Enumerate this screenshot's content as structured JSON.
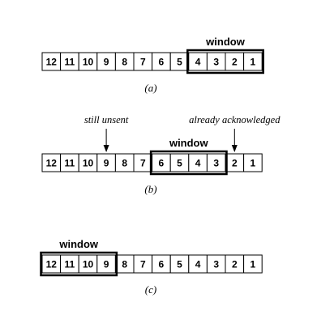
{
  "cells": [
    "12",
    "11",
    "10",
    "9",
    "8",
    "7",
    "6",
    "5",
    "4",
    "3",
    "2",
    "1"
  ],
  "window_label": "window",
  "rows": [
    {
      "caption": "(a)",
      "window_cells": [
        "4",
        "3",
        "2",
        "1"
      ]
    },
    {
      "caption": "(b)",
      "window_cells": [
        "6",
        "5",
        "4",
        "3"
      ],
      "annotations": [
        {
          "text": "still unsent",
          "points_to": "9"
        },
        {
          "text": "already acknowledged",
          "points_to": "2"
        }
      ]
    },
    {
      "caption": "(c)",
      "window_cells": [
        "12",
        "11",
        "10",
        "9"
      ]
    }
  ]
}
